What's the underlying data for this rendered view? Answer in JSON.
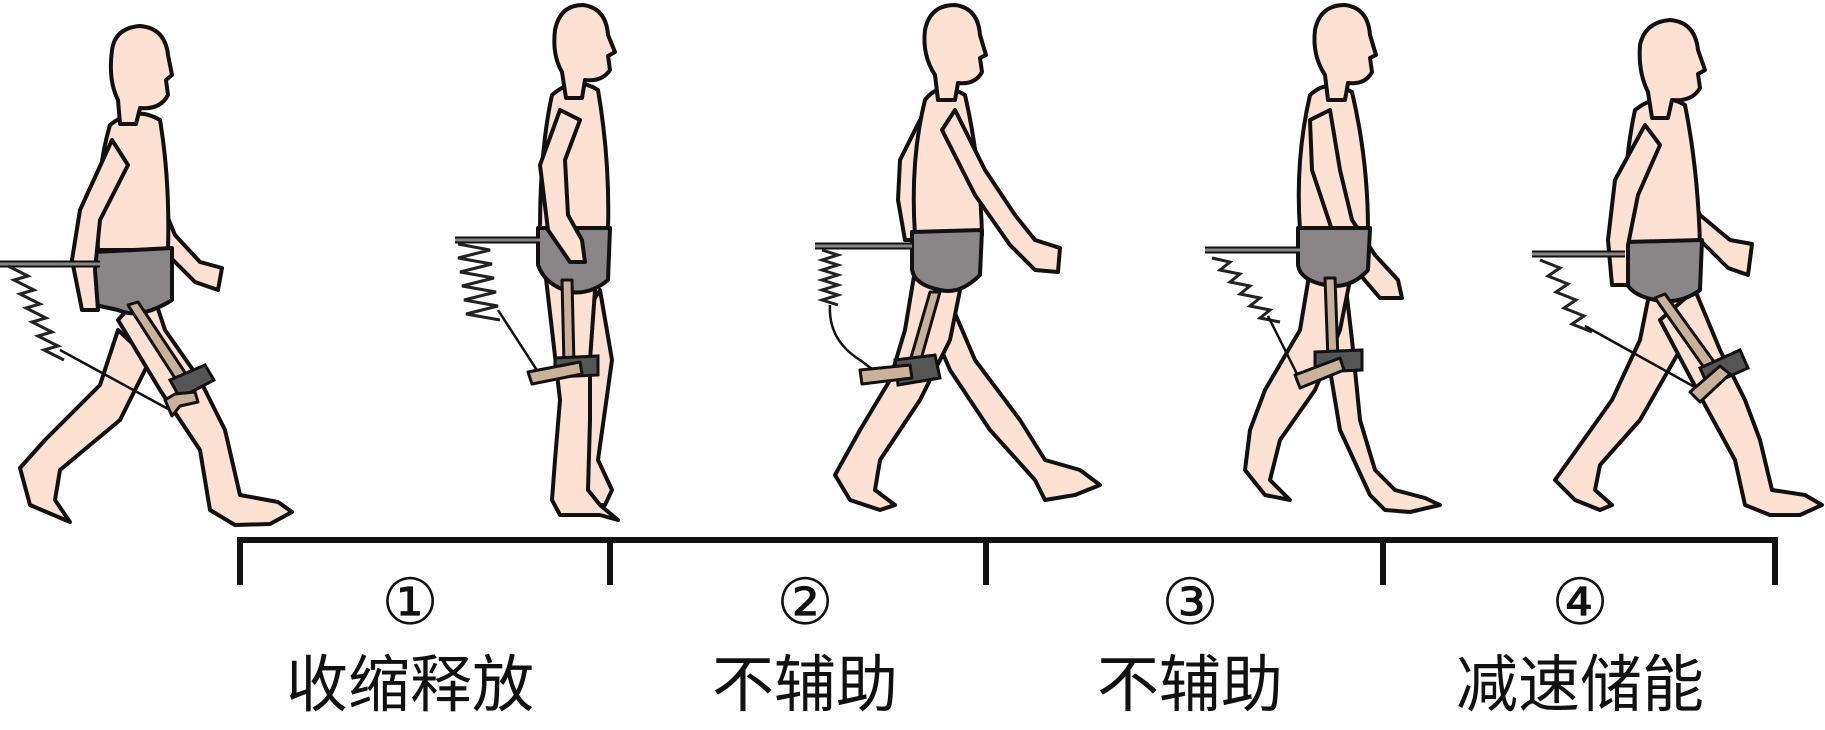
{
  "colors": {
    "skin": "#fde2d3",
    "outline": "#111111",
    "shorts": "#8a8586",
    "device": "#c9b19a",
    "spring": "#222222"
  },
  "timeline": {
    "phases": [
      {
        "number": "①",
        "label": "收缩释放"
      },
      {
        "number": "②",
        "label": "不辅助"
      },
      {
        "number": "③",
        "label": "不辅助"
      },
      {
        "number": "④",
        "label": "减速储能"
      }
    ]
  }
}
